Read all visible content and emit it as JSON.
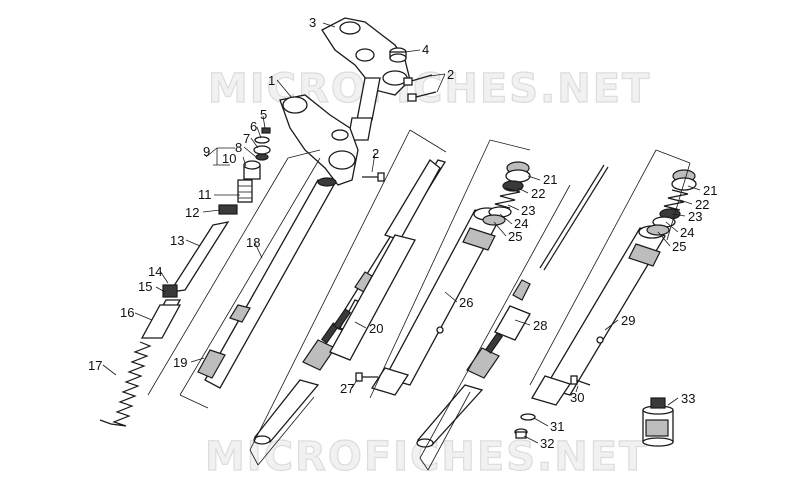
{
  "watermark": {
    "text": "MICROFICHES.NET"
  },
  "callouts": {
    "c1": "1",
    "c2a": "2",
    "c2b": "2",
    "c3": "3",
    "c4": "4",
    "c5": "5",
    "c6": "6",
    "c7": "7",
    "c8": "8",
    "c9": "9",
    "c10": "10",
    "c11": "11",
    "c12": "12",
    "c13": "13",
    "c14": "14",
    "c15": "15",
    "c16": "16",
    "c17": "17",
    "c18": "18",
    "c19": "19",
    "c20": "20",
    "c21a": "21",
    "c22a": "22",
    "c23a": "23",
    "c24a": "24",
    "c25a": "25",
    "c26": "26",
    "c27": "27",
    "c28": "28",
    "c29": "29",
    "c30": "30",
    "c21b": "21",
    "c22b": "22",
    "c23b": "23",
    "c24b": "24",
    "c25b": "25",
    "c31": "31",
    "c32": "32",
    "c33": "33"
  },
  "colors": {
    "ink": "#1a1a1a",
    "background": "#ffffff",
    "watermark": "#dcdcdc"
  }
}
